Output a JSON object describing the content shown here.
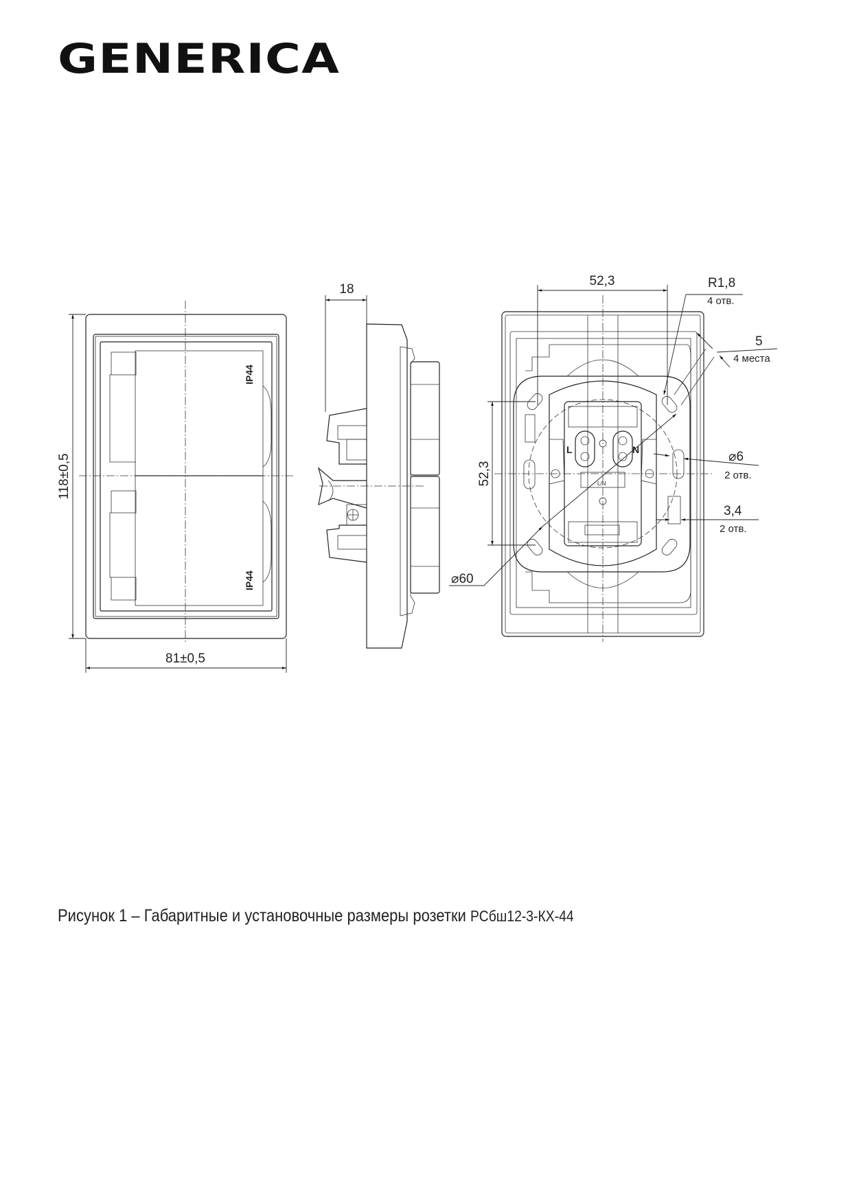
{
  "logo": "GENERICA",
  "caption": {
    "text": "Рисунок 1 – Габаритные и установочные размеры розетки ",
    "product_code": "РСбш12-3-КХ-44"
  },
  "front_view": {
    "height_dim": "118±0,5",
    "width_dim": "81±0,5",
    "cover_label_top": "IP44",
    "cover_label_bottom": "IP44"
  },
  "side_view": {
    "depth_dim": "18"
  },
  "back_view": {
    "horizontal_spacing": "52,3",
    "vertical_spacing": "52,3",
    "radius": "R1,8",
    "radius_note": "4 отв.",
    "slot_width": "5",
    "slot_note": "4 места",
    "hole_dia": "⌀6",
    "hole_note": "2 отв.",
    "small_hole": "3,4",
    "small_hole_note": "2 отв.",
    "circle_dia": "⌀60",
    "terminal_l": "L",
    "terminal_n": "N",
    "terminal_ln": "L/N"
  }
}
